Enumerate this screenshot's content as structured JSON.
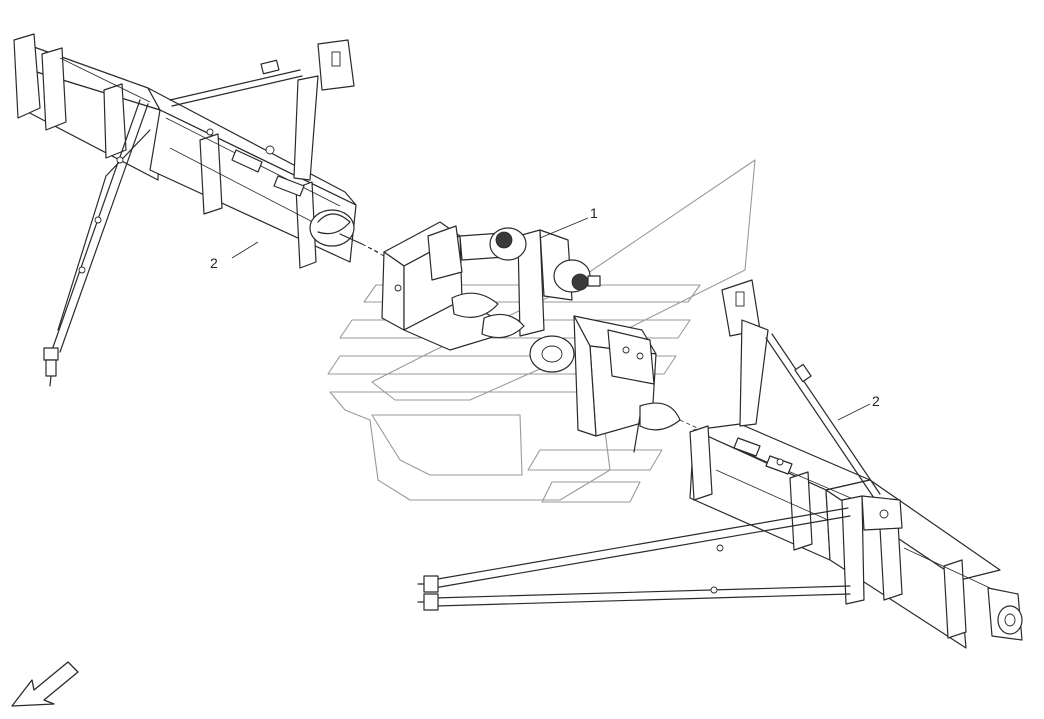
{
  "callouts": [
    {
      "id": "center-unit",
      "label": "1"
    },
    {
      "id": "left-wing",
      "label": "2"
    },
    {
      "id": "right-wing",
      "label": "2"
    }
  ],
  "colors": {
    "line": "#2a2a2a",
    "watermark": "#9a9a9a",
    "background": "#ffffff"
  },
  "icons": [
    "direction-arrow-icon",
    "watermark-logo"
  ]
}
